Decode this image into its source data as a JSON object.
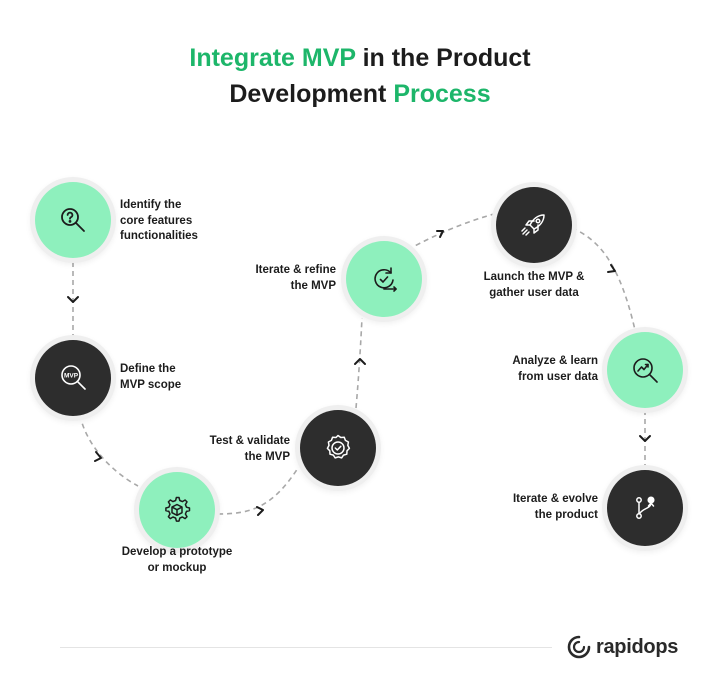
{
  "title": {
    "part1": "Integrate MVP",
    "part2": " in the Product",
    "part3": "Development ",
    "part4": "Process"
  },
  "steps": [
    {
      "id": "identify",
      "lines": [
        "Identify the",
        "core features",
        "functionalities"
      ],
      "icon": "question-magnifier-icon",
      "style": "light"
    },
    {
      "id": "define",
      "lines": [
        "Define the",
        "MVP scope"
      ],
      "icon": "mvp-magnifier-icon",
      "icon_text": "MVP",
      "style": "dark"
    },
    {
      "id": "prototype",
      "lines": [
        "Develop a prototype",
        "or mockup"
      ],
      "icon": "gear-cube-icon",
      "style": "light"
    },
    {
      "id": "test",
      "lines": [
        "Test & validate",
        "the MVP"
      ],
      "icon": "check-badge-icon",
      "style": "dark"
    },
    {
      "id": "iterate-refine",
      "lines": [
        "Iterate & refine",
        "the MVP"
      ],
      "icon": "refresh-check-icon",
      "style": "light"
    },
    {
      "id": "launch",
      "lines": [
        "Launch the MVP &",
        "gather user data"
      ],
      "icon": "rocket-icon",
      "style": "dark"
    },
    {
      "id": "analyze",
      "lines": [
        "Analyze & learn",
        "from user data"
      ],
      "icon": "chart-magnifier-icon",
      "style": "light"
    },
    {
      "id": "evolve",
      "lines": [
        "Iterate & evolve",
        "the product"
      ],
      "icon": "git-branch-icon",
      "style": "dark"
    }
  ],
  "brand": {
    "name": "rapidops",
    "icon": "rapidops-logo-icon"
  },
  "colors": {
    "green": "#1db66a",
    "light_node": "#8ef0bd",
    "dark_node": "#2d2d2d",
    "text": "#1c1c1c",
    "connector": "#a8a8a8"
  }
}
